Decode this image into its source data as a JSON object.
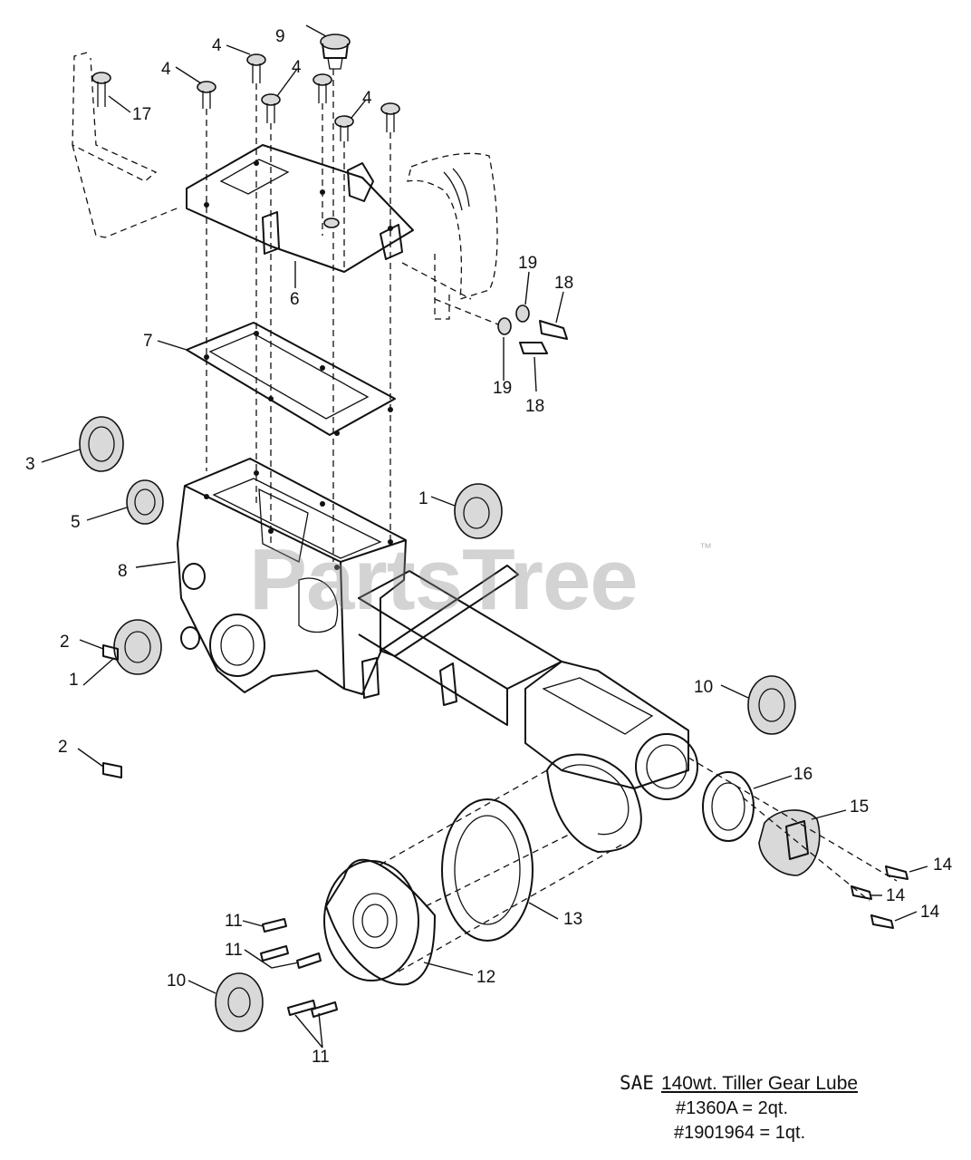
{
  "callouts": {
    "c1a": "1",
    "c1b": "1",
    "c2a": "2",
    "c2b": "2",
    "c3": "3",
    "c4a": "4",
    "c4b": "4",
    "c4c": "4",
    "c4d": "4",
    "c5": "5",
    "c6": "6",
    "c7": "7",
    "c8": "8",
    "c9": "9",
    "c10a": "10",
    "c10b": "10",
    "c11a": "11",
    "c11b": "11",
    "c11c": "11",
    "c12": "12",
    "c13": "13",
    "c14a": "14",
    "c14b": "14",
    "c14c": "14",
    "c15": "15",
    "c16": "16",
    "c17": "17",
    "c18a": "18",
    "c18b": "18",
    "c19a": "19",
    "c19b": "19"
  },
  "watermark": {
    "text": "PartsTree",
    "tm": "™"
  },
  "lube": {
    "grade": "SAE",
    "product": "140wt. Tiller Gear Lube",
    "qty_1": "#1360A = 2qt.",
    "qty_2": "#1901964 = 1qt."
  }
}
